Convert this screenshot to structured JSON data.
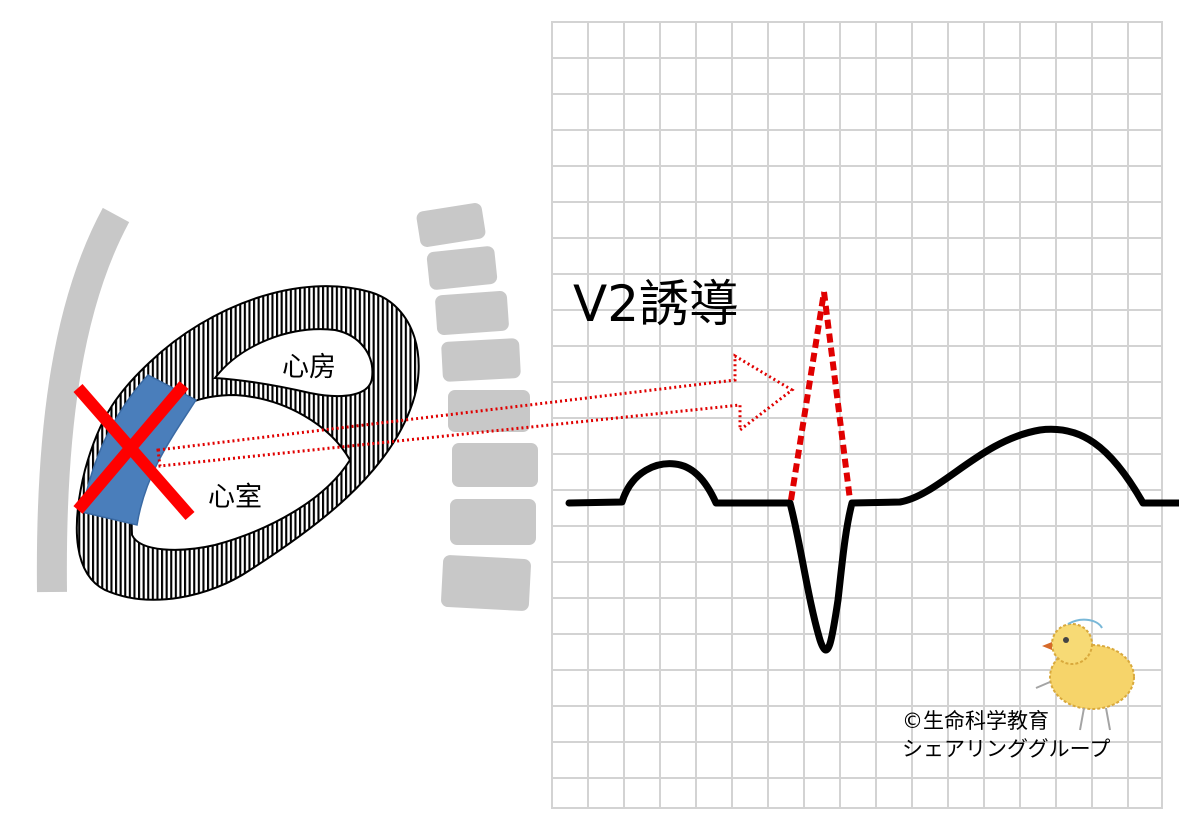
{
  "labels": {
    "lead": "V2誘導",
    "atrium": "心房",
    "ventricle": "心室"
  },
  "credit": {
    "line1": "©生命科学教育",
    "line2": "シェアリンググループ"
  },
  "colors": {
    "grid": "#d3d3d3",
    "ecg_trace": "#000000",
    "dotted_accent": "#e00000",
    "x_mark": "#ff0000",
    "infarct_band": "#4a7ebb",
    "bone": "#c8c8c8",
    "hatch": "#000000"
  },
  "icons": {
    "mascot": "chick-mascot-drawing",
    "cross": "x-mark-icon"
  }
}
